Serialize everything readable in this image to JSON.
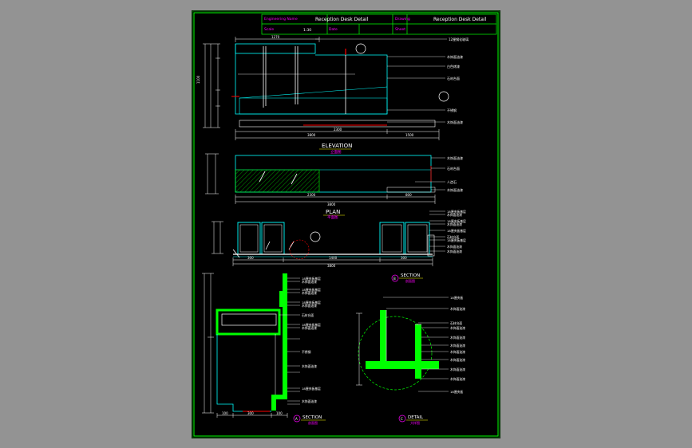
{
  "title_block": {
    "project_label": "Engineering Name",
    "project_value": "Reception Desk Detail",
    "drawing_label": "Drawing",
    "drawing_value": "Reception Desk Detail",
    "scale_label": "Scale",
    "scale_value": "1:30",
    "date_label": "Date",
    "sheet_label": "Sheet"
  },
  "elevation": {
    "title": "ELEVATION",
    "subtitle": "立面图",
    "total_width": "3800",
    "dim_left": "2300",
    "dim_right": "1500",
    "top_dim": "1270",
    "height_dim": "1100",
    "callouts": [
      "12厘钢化玻璃",
      "木饰面油漆",
      "白色烤漆",
      "石材台面",
      "不锈钢",
      "木饰面油漆"
    ]
  },
  "plan": {
    "title": "PLAN",
    "subtitle": "平面图",
    "total_width": "3800",
    "dim_left": "2300",
    "dim_right": "800",
    "callouts": [
      "木饰面油漆",
      "石材台面",
      "人造石",
      "木饰面油漆"
    ]
  },
  "section_b": {
    "title": "SECTION",
    "subtitle": "剖面图",
    "marker": "B",
    "widths": [
      "300",
      "1400",
      "300"
    ],
    "total": "3800",
    "callouts": [
      "18厘夹板基层",
      "木饰面油漆",
      "18厘夹板基层",
      "木饰面油漆",
      "18厘夹板基层",
      "石材台面",
      "18厘夹板基层",
      "木饰面油漆",
      "木饰面油漆"
    ]
  },
  "section_a": {
    "title": "SECTION",
    "subtitle": "剖面图",
    "marker": "A",
    "widths": [
      "100",
      "300",
      "100"
    ],
    "callouts": [
      "18厘夹板基层",
      "木饰面油漆",
      "18厘夹板基层",
      "木饰面油漆",
      "18厘夹板基层",
      "木饰面油漆",
      "石材台面",
      "18厘夹板基层",
      "木饰面油漆",
      "不锈钢",
      "木饰面油漆",
      "18厘夹板基层",
      "木饰面油漆"
    ]
  },
  "detail": {
    "title": "DETAIL",
    "subtitle": "大样图",
    "marker": "C",
    "callouts": [
      "18厘夹板",
      "木饰面油漆",
      "石材台面",
      "木饰面油漆",
      "木饰面油漆",
      "木饰面油漆",
      "木饰面油漆",
      "木饰面油漆",
      "木饰面油漆",
      "木饰面油漆",
      "18厘夹板"
    ]
  },
  "colors": {
    "frame": "#00ff00",
    "cyan": "#00ffff",
    "white": "#ffffff",
    "magenta": "#ff00ff",
    "red": "#ff0000",
    "yellow": "#ffff00"
  }
}
